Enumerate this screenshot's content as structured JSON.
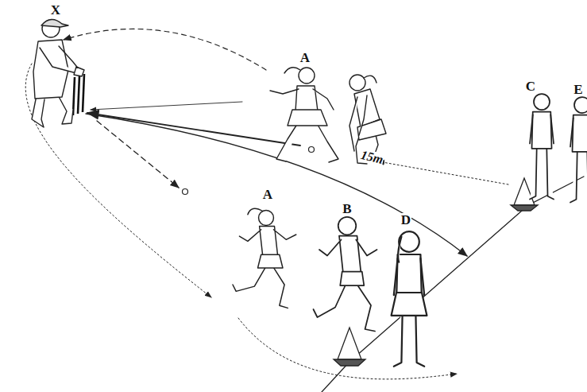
{
  "diagram": {
    "labels": [
      "X",
      "A",
      "C",
      "E",
      "15m",
      "A",
      "B",
      "D"
    ]
  }
}
